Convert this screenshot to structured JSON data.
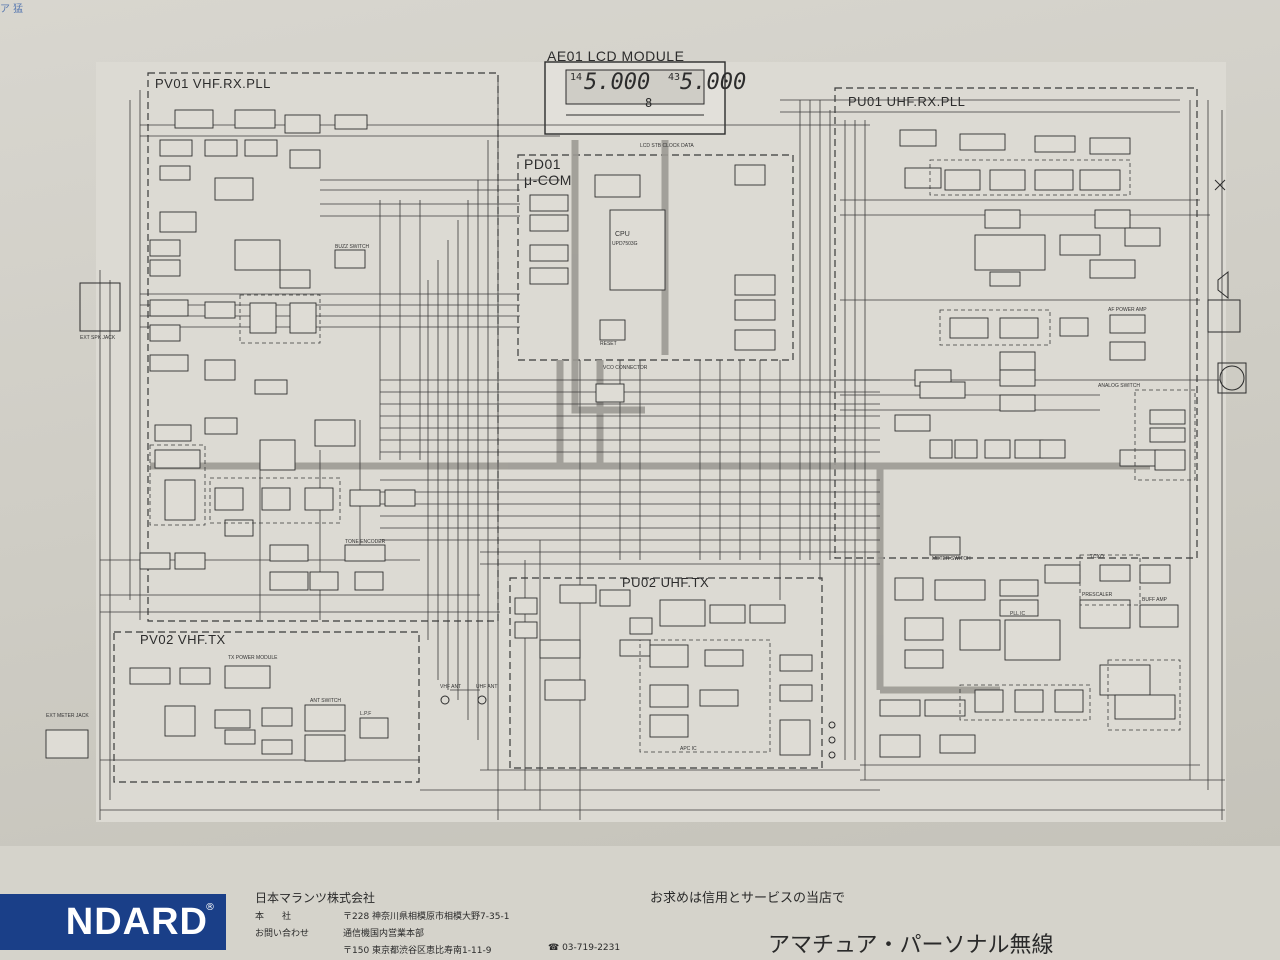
{
  "sections": {
    "ae01": "AE01  LCD  MODULE",
    "pv01": "PV01  VHF.RX.PLL",
    "pu01": "PU01  UHF.RX.PLL",
    "pd01_1": "PD01",
    "pd01_2": "μ-COM",
    "pu02": "PU02  UHF.TX",
    "pv02": "PV02  VHF.TX"
  },
  "lcd": {
    "left_freq": "5.000",
    "right_freq": "5.000",
    "left_prefix": "14",
    "right_prefix": "43",
    "mid_digit": "8"
  },
  "labels": {
    "cpu": "CPU",
    "cpu_part": "UPD7503G",
    "reset": "RESET",
    "vco_connector": "VCO CONNECTOR",
    "clock_data": "LCD STB CLOCK DATA",
    "meter_switch": "METER SWITCH",
    "pll_ic": "PLL IC",
    "prescaler": "PRESCALER",
    "tcxo": "TCXO",
    "buff_amp": "BUFF AMP",
    "analog_switch": "ANALOG SWITCH",
    "af_power_amp": "AF POWER AMP",
    "tx_power_module": "TX POWER MODULE",
    "apc_ic": "APC IC",
    "ant_switch": "ANT SWITCH",
    "lpf": "L.P.F",
    "vhf_ant": "VHF ANT",
    "uhf_ant": "UHF ANT",
    "ext_meter_jack": "EXT METER JACK",
    "ext_spk_jack": "EXT SPK JACK",
    "tone_encoder": "TONE ENCODER",
    "buzz_switch": "BUZZ SWITCH"
  },
  "footer": {
    "logo": "NDARD",
    "registered": "®",
    "company": "日本マランツ株式会社",
    "hq_label": "本　　社",
    "hq_address": "〒228 神奈川県相模原市相模大野7-35-1",
    "inquiry_label": "お問い合わせ",
    "inquiry_dept": "通信機国内営業本部",
    "tokyo_address": "〒150 東京都渋谷区恵比寿南1-11-9",
    "phone": "☎ 03-719-2231",
    "slogan": "お求めは信用とサービスの当店で",
    "product": "アマチュア・パーソナル無線"
  },
  "colors": {
    "paper": "#d3d1c9",
    "ink": "#2c2c2c",
    "logo_blue": "#1a3f88"
  }
}
